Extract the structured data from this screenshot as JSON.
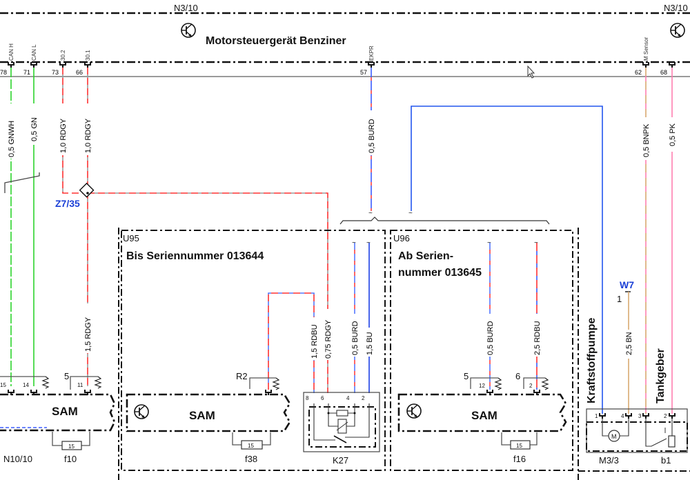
{
  "ecu": {
    "ref": "N3/10",
    "name": "Motorsteuergerät Benziner",
    "pins": [
      {
        "num": "78",
        "name": "CAN H"
      },
      {
        "num": "71",
        "name": "CAN L"
      },
      {
        "num": "73",
        "name": "30.2"
      },
      {
        "num": "66",
        "name": "30.1"
      },
      {
        "num": "57",
        "name": "EKPR"
      },
      {
        "num": "62",
        "name": "M Sensor"
      },
      {
        "num": "68",
        "name": ""
      }
    ]
  },
  "wires": {
    "can_h": {
      "label": "0,5 GNWH",
      "colors": [
        "#2bd42b",
        "#ffffff"
      ]
    },
    "can_l": {
      "label": "0,5 GN",
      "colors": [
        "#2bd42b"
      ]
    },
    "w30_2": {
      "label": "1,0 RDGY",
      "colors": [
        "#ff3030",
        "#9a9a9a"
      ]
    },
    "w30_1": {
      "label": "1,0 RDGY",
      "colors": [
        "#ff3030",
        "#9a9a9a"
      ]
    },
    "ekpr": {
      "label": "0,5 BURD",
      "colors": [
        "#3a5cff",
        "#ff4040"
      ]
    },
    "msensor": {
      "label": "0,5 BNPK",
      "colors": [
        "#d9a870",
        "#ff7fb0"
      ]
    },
    "pin68": {
      "label": "0,5 PK",
      "colors": [
        "#ff7fb0"
      ]
    },
    "sam_11": {
      "label": "1,5 RDGY"
    },
    "k27_8": {
      "label": "1,5 RDBU"
    },
    "k27_6": {
      "label": "0,75 RDGY"
    },
    "k27_4": {
      "label": "0,5 BURD"
    },
    "k27_2": {
      "label": "1,5 BU"
    },
    "u96_12": {
      "label": "0,5 BURD"
    },
    "u96_2": {
      "label": "2,5 RDBU"
    },
    "w7": {
      "label": "2,5 BN"
    }
  },
  "splice": {
    "ref": "Z7/35"
  },
  "ground": {
    "ref": "W7",
    "pin": "1"
  },
  "variants": {
    "u95": {
      "ref": "U95",
      "text": "Bis Seriennummer 013644"
    },
    "u96": {
      "ref": "U96",
      "text_line1": "Ab Serien-",
      "text_line2": "nummer 013645"
    }
  },
  "modules": {
    "sam_left": {
      "label": "SAM",
      "ref": "N10/10",
      "fuse_ref": "f10",
      "fuse_value": "15",
      "pins": [
        "15",
        "14",
        "11"
      ],
      "term": "5"
    },
    "sam_u95": {
      "label": "SAM",
      "fuse_ref": "f38",
      "fuse_value": "15",
      "term": "R2"
    },
    "sam_u96": {
      "label": "SAM",
      "fuse_ref": "f16",
      "fuse_value": "15",
      "pins": [
        "12",
        "2"
      ],
      "terms": [
        "5",
        "6"
      ]
    },
    "relay": {
      "ref": "K27",
      "pins": [
        "8",
        "6",
        "4",
        "2"
      ]
    },
    "fuel_pump": {
      "label": "Kraftstoffpumpe",
      "ref": "M3/3",
      "pins": [
        "1",
        "4"
      ],
      "motor": "M"
    },
    "tank_sender": {
      "label": "Tankgeber",
      "ref": "b1",
      "pins": [
        "3",
        "2"
      ]
    }
  }
}
